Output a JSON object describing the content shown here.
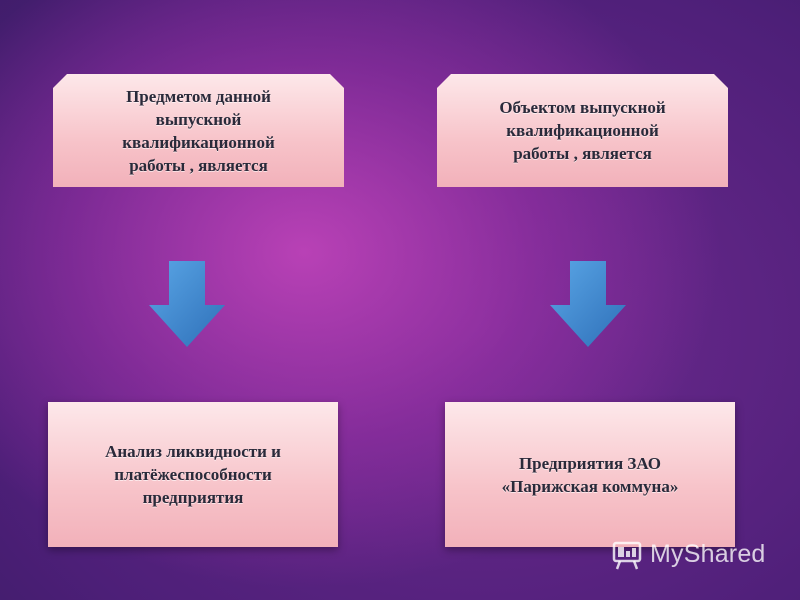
{
  "diagram": {
    "boxes": {
      "subject": "Предметом данной\nвыпускной\nквалификационной\nработы , является",
      "object": "Объектом выпускной\nквалификационной\nработы , является",
      "analysis": "Анализ ликвидности и\nплатёжеспособности\nпредприятия",
      "company": "Предприятия ЗАО\n«Парижская коммуна»"
    }
  },
  "watermark": {
    "text": "MyShared",
    "icon": "presentation-board-icon"
  },
  "colors": {
    "box_fill": "#f7c3c9",
    "arrow_fill": "#3f86cf",
    "background": "#6e2a8f"
  }
}
